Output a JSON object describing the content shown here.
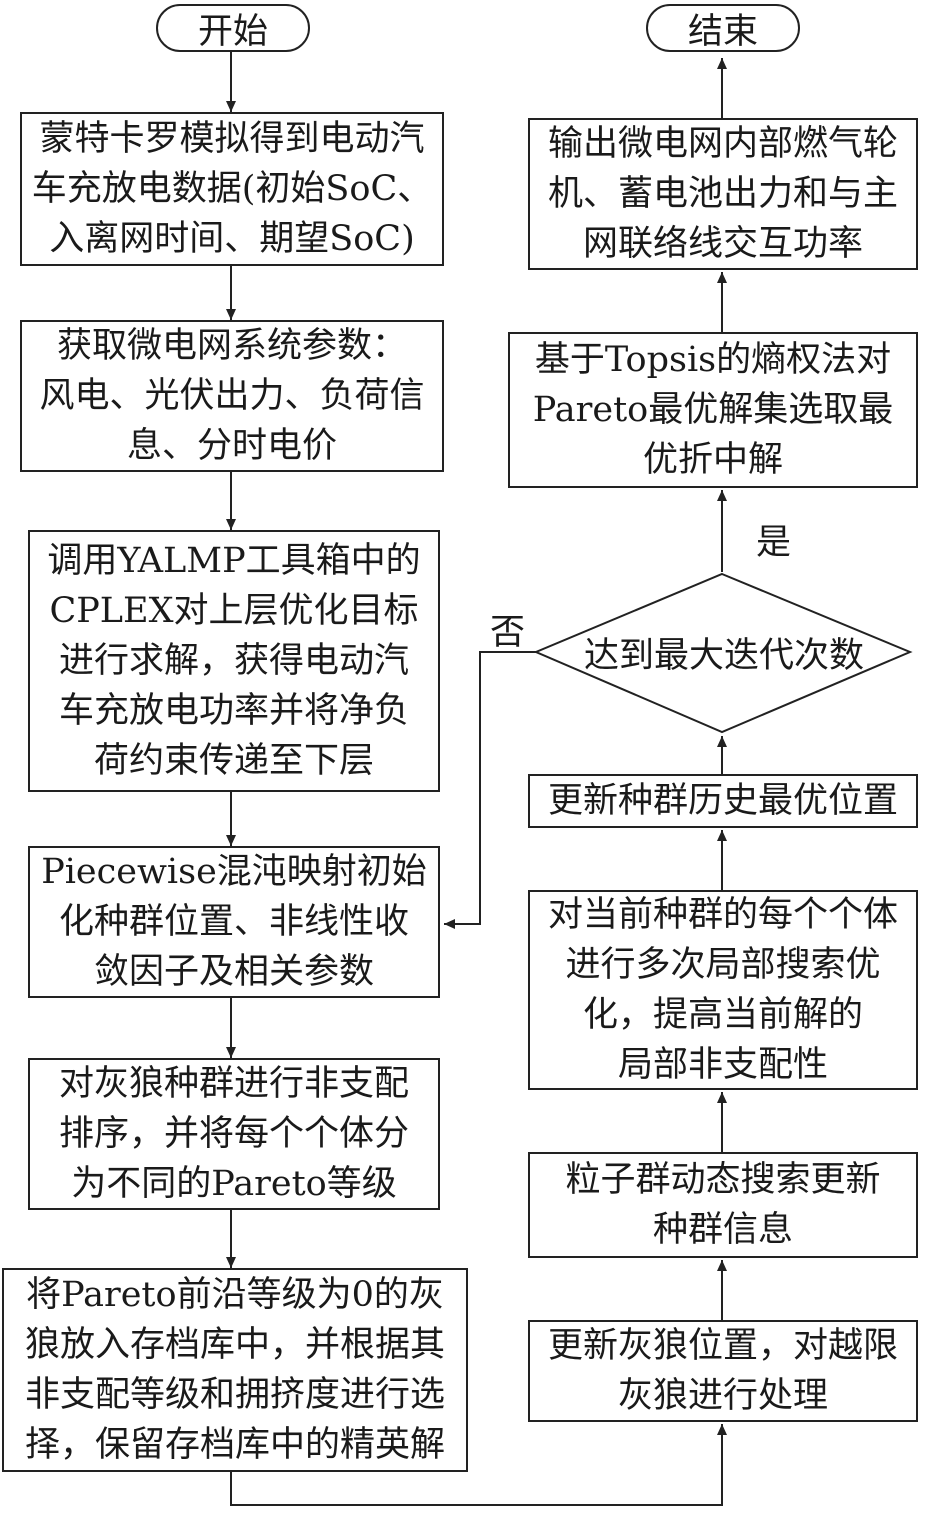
{
  "start": "开始",
  "end": "结束",
  "left_steps": [
    {
      "lines": [
        "蒙特卡罗模拟得到电动汽",
        "车充放电数据(初始SoC、",
        "入离网时间、期望SoC)"
      ]
    },
    {
      "lines": [
        "获取微电网系统参数：",
        "风电、光伏出力、负荷信",
        "息、分时电价"
      ]
    },
    {
      "lines": [
        "调用YALMP工具箱中的",
        "CPLEX对上层优化目标",
        "进行求解，获得电动汽",
        "车充放电功率并将净负",
        "荷约束传递至下层"
      ]
    },
    {
      "lines": [
        "Piecewise混沌映射初始",
        "化种群位置、非线性收",
        "敛因子及相关参数"
      ]
    },
    {
      "lines": [
        "对灰狼种群进行非支配",
        "排序，并将每个个体分",
        "为不同的Pareto等级"
      ]
    },
    {
      "lines": [
        "将Pareto前沿等级为0的灰",
        "狼放入存档库中，并根据其",
        "非支配等级和拥挤度进行选",
        "择，保留存档库中的精英解"
      ]
    }
  ],
  "right_steps": [
    {
      "lines": [
        "输出微电网内部燃气轮",
        "机、蓄电池出力和与主",
        "网联络线交互功率"
      ]
    },
    {
      "lines": [
        "基于Topsis的熵权法对",
        "Pareto最优解集选取最",
        "优折中解"
      ]
    },
    {
      "lines": [
        "更新种群历史最优位置"
      ]
    },
    {
      "lines": [
        "对当前种群的每个个体",
        "进行多次局部搜索优",
        "化，提高当前解的",
        "局部非支配性"
      ]
    },
    {
      "lines": [
        "粒子群动态搜索更新",
        "种群信息"
      ]
    },
    {
      "lines": [
        "更新灰狼位置，对越限",
        "灰狼进行处理"
      ]
    }
  ],
  "decision": {
    "text": "达到最大迭代次数",
    "yes_label": "是",
    "no_label": "否"
  }
}
